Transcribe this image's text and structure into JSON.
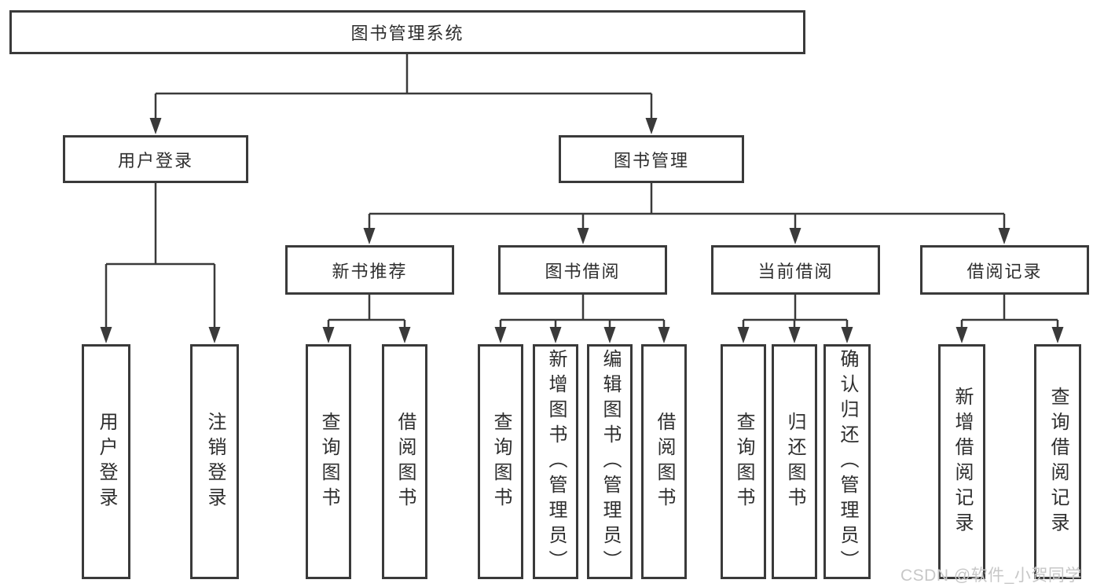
{
  "nodes": {
    "root": "图书管理系统",
    "level2": {
      "user_login": "用户登录",
      "book_management": "图书管理"
    },
    "level3": {
      "new_book_recommend": "新书推荐",
      "book_borrow": "图书借阅",
      "current_borrow": "当前借阅",
      "borrow_records": "借阅记录"
    },
    "leaves": {
      "user_login": "用户登录",
      "logout_login": "注销登录",
      "rec_query_books": "查询图书",
      "rec_borrow_books": "借阅图书",
      "bb_query_books": "查询图书",
      "bb_add_books_admin": "新增图书（管理员）",
      "bb_edit_books_admin": "编辑图书（管理员）",
      "bb_borrow_books": "借阅图书",
      "cb_query_books": "查询图书",
      "cb_return_books": "归还图书",
      "cb_confirm_return_admin": "确认归还（管理员）",
      "br_add_record": "新增借阅记录",
      "br_query_record": "查询借阅记录"
    }
  },
  "watermark": {
    "text": "CSDN @软件_小贺同学"
  },
  "colors": {
    "line": "#3a3a3a",
    "text": "#2e2e2e",
    "watermark": "#c7c7c7",
    "background": "#ffffff"
  }
}
